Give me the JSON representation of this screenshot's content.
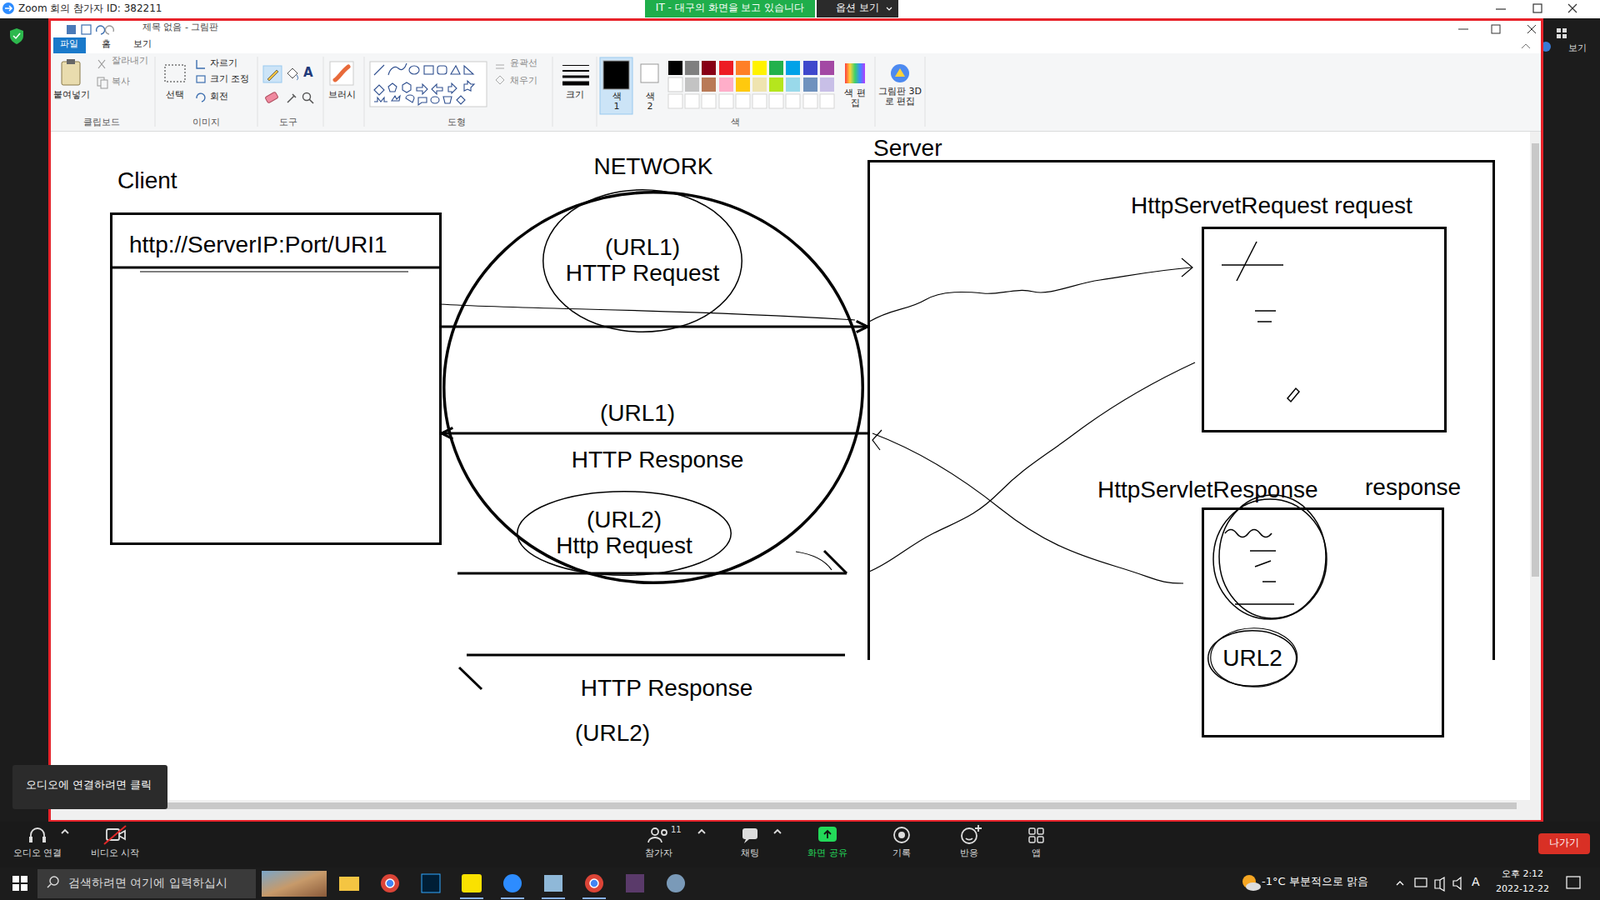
{
  "diagram": {
    "nodes": [
      {
        "text": [
          "Client",
          "http://ServerIP:Port/URI1"
        ]
      },
      {
        "text": [
          "NETWORK"
        ]
      },
      {
        "text": [
          "(URL1)",
          "HTTP Request"
        ],
        "in": 1
      },
      {
        "text": [
          "(URL2)",
          "Http Request"
        ],
        "in": 1
      },
      {
        "text": [
          "Server"
        ]
      },
      {
        "text": [
          "HttpServetRequest request"
        ],
        "in": 4
      },
      {
        "text": [
          "HttpServletResponse",
          "response"
        ],
        "in": 4
      },
      {
        "text": [
          "URL2"
        ],
        "in": 6
      }
    ],
    "edges": [
      {
        "from": 0,
        "to": 4,
        "arrow": "to"
      },
      {
        "from": 4,
        "to": 0,
        "arrow": "to"
      }
    ],
    "labels": [
      "Zoom 회의 참가자 ID: 382211",
      "IT - 대구의 화면을 보고 있습니다",
      "옵션 보기",
      "제목 없음 - 그림판",
      "파일",
      "홈",
      "보기",
      "붙여넣기",
      "잘라내기",
      "복사",
      "클립보드",
      "선택",
      "자르기",
      "크기 조정",
      "회전",
      "이미지",
      "도구",
      "브러시",
      "윤곽선",
      "채우기",
      "도형",
      "크기",
      "색 1",
      "색 2",
      "색 편집",
      "그림판 3D로 편집",
      "색",
      "보기",
      "(URL1)",
      "HTTP Response",
      "HTTP Response",
      "(URL2)",
      "오디오에 연결하려면 클릭",
      "오디오 연결",
      "비디오 시작",
      "11",
      "참가자",
      "채팅",
      "화면 공유",
      "기록",
      "반응",
      "앱",
      "나가기",
      "검색하려면 여기에 입력하십시",
      "-1°C 부분적으로 맑음",
      "A",
      "오후 2:12",
      "2022-12-22",
      "A"
    ]
  }
}
